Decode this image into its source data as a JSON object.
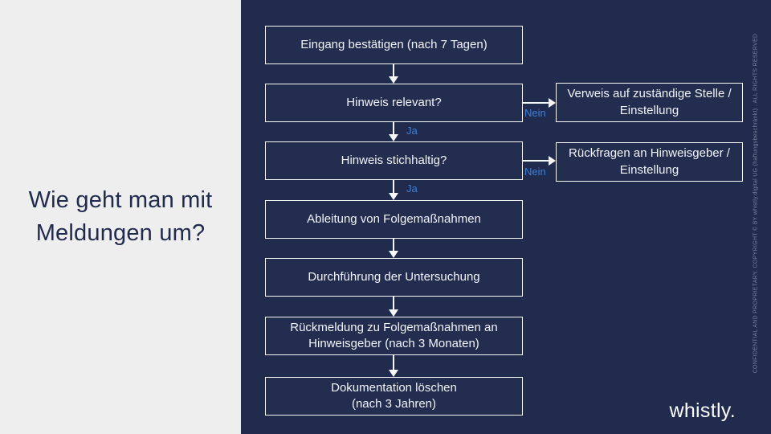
{
  "panel": {
    "title": "Wie geht man mit\nMeldungen um?"
  },
  "flowchart": {
    "steps": [
      "Eingang bestätigen (nach 7 Tagen)",
      "Hinweis relevant?",
      "Hinweis stichhaltig?",
      "Ableitung von Folgemaßnahmen",
      "Durchführung der Untersuchung",
      "Rückmeldung zu Folgemaßnahmen an\nHinweisgeber (nach 3 Monaten)",
      "Dokumentation löschen\n(nach 3 Jahren)"
    ],
    "branch_boxes": [
      "Verweis auf zuständige Stelle /\nEinstellung",
      "Rückfragen an Hinweisgeber /\nEinstellung"
    ],
    "labels": {
      "yes": "Ja",
      "no": "Nein"
    }
  },
  "footer": {
    "logo": "whistly."
  },
  "legal": {
    "copyright": "CONFIDENTIAL AND PROPRIETARY. COPYRIGHT © BY whistly.digital UG (haftungsbeschränkt) . ALL RIGHTS RESERVED"
  },
  "colors": {
    "navy": "#212b4d",
    "panel_light": "#eeeeee",
    "accent_blue": "#3d80d8",
    "box_border": "#f7f8fa",
    "muted_legal": "#7a84a0"
  }
}
